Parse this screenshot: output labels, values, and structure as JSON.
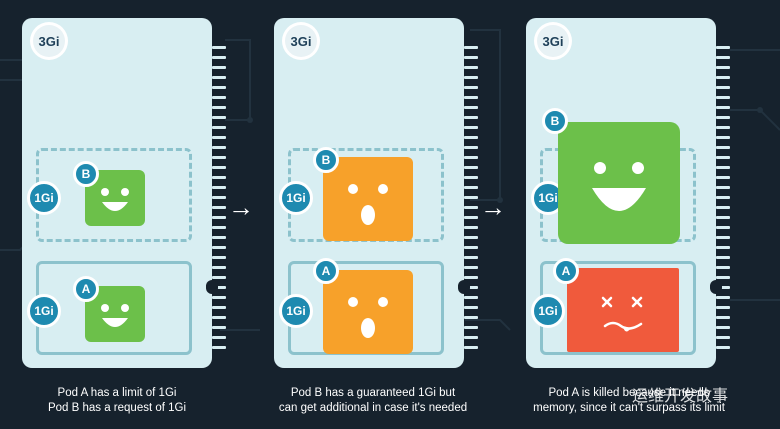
{
  "panels": [
    {
      "memory_label": "3Gi",
      "slot_top_label": "1Gi",
      "slot_bottom_label": "1Gi",
      "pod_top_label": "B",
      "pod_bottom_label": "A",
      "caption_line1": "Pod A has a limit of 1Gi",
      "caption_line2": "Pod B has a request of 1Gi"
    },
    {
      "memory_label": "3Gi",
      "slot_top_label": "1Gi",
      "slot_bottom_label": "1Gi",
      "pod_top_label": "B",
      "pod_bottom_label": "A",
      "caption_line1": "Pod B has a guaranteed 1Gi but",
      "caption_line2": "can get additional in case it's needed"
    },
    {
      "memory_label": "3Gi",
      "slot_top_label": "1Gi",
      "slot_bottom_label": "1Gi",
      "pod_top_label": "B",
      "pod_bottom_label": "A",
      "caption_line1": "Pod A is killed because it needs",
      "caption_line2": "memory, since it can't surpass its limit"
    }
  ],
  "arrows": [
    "→",
    "→"
  ],
  "watermark": "运维开发故事",
  "colors": {
    "background": "#16222d",
    "panel": "#d8eef2",
    "happy": "#6cc04a",
    "surprised": "#f7a12a",
    "killed": "#f05a3c",
    "tag": "#1e8ab0"
  }
}
